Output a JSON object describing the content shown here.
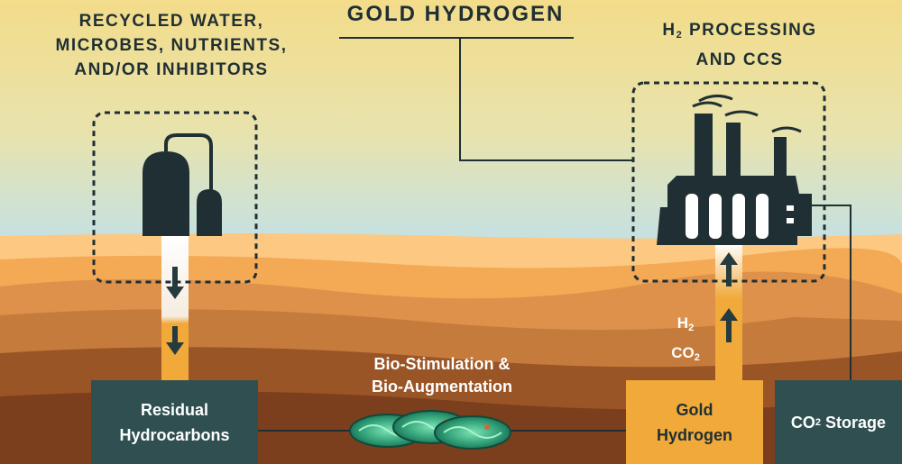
{
  "title": "GOLD HYDROGEN",
  "left_heading": [
    "RECYCLED WATER,",
    "MICROBES, NUTRIENTS,",
    "AND/OR INHIBITORS"
  ],
  "right_heading": {
    "prefix": "H",
    "sub": "2",
    "rest": " PROCESSING",
    "line2": "AND CCS"
  },
  "process_label": [
    "Bio-Stimulation &",
    "Bio-Augmentation"
  ],
  "gases": [
    {
      "base": "H",
      "sub": "2"
    },
    {
      "base": "CO",
      "sub": "2"
    }
  ],
  "boxes": {
    "residual": [
      "Residual",
      "Hydrocarbons"
    ],
    "gold": [
      "Gold",
      "Hydrogen"
    ],
    "co2": {
      "base": "CO",
      "sub": "2",
      "rest": " Storage"
    }
  },
  "colors": {
    "dark_teal": "#2f4f50",
    "gold": "#f1a93a",
    "sky_top": "#f3dc8a",
    "sky_bottom": "#c4e1e4",
    "microbe_green": "#3aa37a"
  },
  "icons": [
    "storage-tank-icon",
    "factory-icon",
    "down-arrow-icon",
    "up-arrow-icon",
    "microbe-icon"
  ]
}
